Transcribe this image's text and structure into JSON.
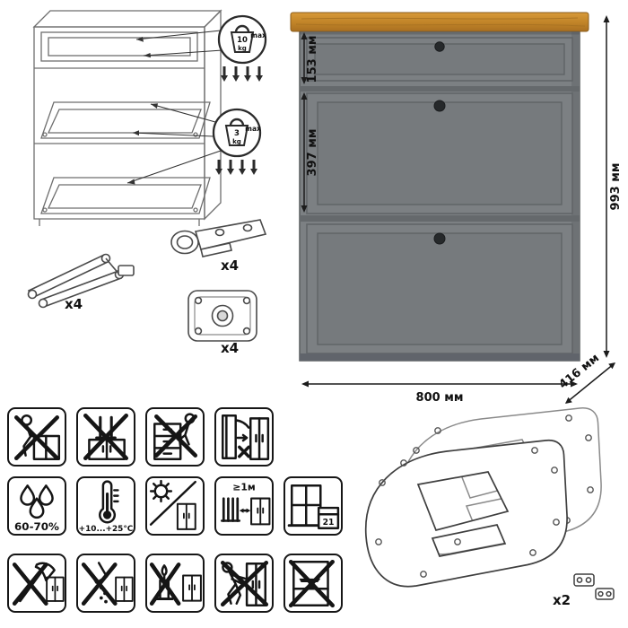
{
  "dimensions": {
    "drawer_height": "153 мм",
    "flap_height": "397 мм",
    "total_height": "993 мм",
    "width": "800 мм",
    "depth": "416 мм"
  },
  "callouts": {
    "drawer": {
      "value": "10",
      "unit": "kg",
      "max": "max"
    },
    "flap": {
      "value": "3",
      "unit": "kg",
      "max": "max"
    }
  },
  "hardware": {
    "stay_qty": "x4",
    "hinge_qty": "x4",
    "plate_qty": "x4",
    "panel_qty": "x2"
  },
  "care": {
    "humidity": "60-70%",
    "temperature": "+10...+25°C",
    "distance": "≥1м",
    "calendar_day": "21"
  },
  "pictograms": [
    "no-sitting",
    "no-standing-on-surface",
    "no-climbing",
    "door-clearance-warning",
    "humidity-range",
    "temperature-range",
    "no-direct-sunlight",
    "heat-source-distance",
    "ventilation-window",
    "no-sharp-tools",
    "no-spilling-liquids",
    "no-open-flame",
    "no-dragging",
    "no-heavy-objects"
  ],
  "colors": {
    "wood_top": "#c08428",
    "cabinet_body": "#7c8083",
    "knob": "#26292b",
    "line_art": "#4a4a4a"
  }
}
